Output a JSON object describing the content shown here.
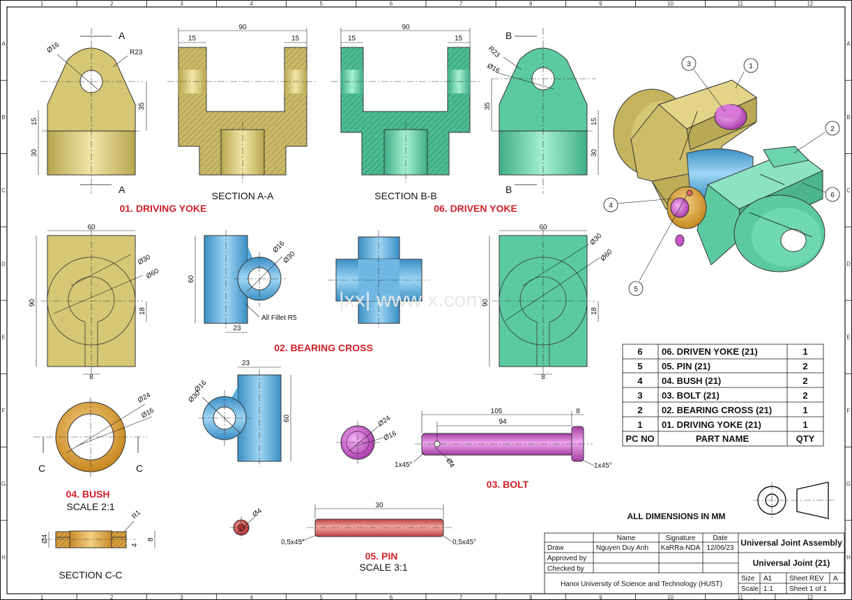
{
  "colors": {
    "yoke_gold": "#d6c775",
    "yoke_green": "#5ccaa0",
    "cross_blue": "#5aaede",
    "bush_orange": "#e3a83e",
    "bolt_magenta": "#cc55cc",
    "pin_red": "#dd6666",
    "title_red": "#d0202a"
  },
  "grid": {
    "columns": [
      "1",
      "2",
      "3",
      "4",
      "5",
      "6",
      "7",
      "8",
      "9",
      "10",
      "11",
      "12"
    ],
    "rows": [
      "A",
      "B",
      "C",
      "D",
      "E",
      "F",
      "G",
      "H"
    ]
  },
  "views": {
    "driving_yoke_title": "01. DRIVING YOKE",
    "driven_yoke_title": "06. DRIVEN YOKE",
    "bearing_cross_title": "02. BEARING CROSS",
    "bolt_title": "03. BOLT",
    "bush_title": "04. BUSH",
    "bush_scale": "SCALE 2:1",
    "pin_title": "05. PIN",
    "pin_scale": "SCALE 3:1",
    "section_aa": "SECTION A-A",
    "section_bb": "SECTION B-B",
    "section_cc": "SECTION C-C",
    "cut_a": "A",
    "cut_b": "B",
    "cut_c": "C",
    "all_dims": "ALL DIMENSIONS IN MM",
    "fillet_note": "All Fillet R5",
    "watermark": "|xx| www         x.com"
  },
  "dimensions": {
    "d16": "Ø16",
    "r23": "R23",
    "d35": "35",
    "d15": "15",
    "d30": "30",
    "d90": "90",
    "d60": "60",
    "d18": "18",
    "d8": "8",
    "dia30": "Ø30",
    "dia60": "Ø60",
    "d23": "23",
    "dia24": "Ø24",
    "d105": "105",
    "d94": "94",
    "dia4": "Ø4",
    "chamfer_1x45": "1x45°",
    "chamfer_05x45": "0,5x45°",
    "r1": "R1",
    "d4": "4"
  },
  "balloons": [
    "1",
    "2",
    "3",
    "4",
    "5",
    "6"
  ],
  "bom": {
    "rows": [
      {
        "no": "6",
        "name": "06. DRIVEN YOKE (21)",
        "qty": "1"
      },
      {
        "no": "5",
        "name": "05. PIN (21)",
        "qty": "2"
      },
      {
        "no": "4",
        "name": "04. BUSH (21)",
        "qty": "2"
      },
      {
        "no": "3",
        "name": "03. BOLT (21)",
        "qty": "2"
      },
      {
        "no": "2",
        "name": "02. BEARING CROSS (21)",
        "qty": "1"
      },
      {
        "no": "1",
        "name": "01. DRIVING YOKE (21)",
        "qty": "1"
      }
    ],
    "header": {
      "no": "PC NO",
      "name": "PART NAME",
      "qty": "QTY"
    }
  },
  "title_block": {
    "col_name": "Name",
    "col_signature": "Signature",
    "col_date": "Date",
    "row_draw": "Draw",
    "row_approved": "Approved by",
    "row_checked": "Checked by",
    "draw_name": "Nguyen Duy Anh",
    "draw_signature": "KaRRa-NDA",
    "draw_date": "12/06/23",
    "assembly": "Universal Joint Assembly",
    "drawing_title": "Universal Joint (21)",
    "institution": "Hanoi University of Science and Technology (HUST)",
    "size_label": "Size",
    "size_value": "A1",
    "sheet_rev_label": "Sheet REV",
    "sheet_rev_value": "A",
    "scale_label": "Scale",
    "scale_value": "1:1",
    "sheet": "Sheet 1 of 1"
  }
}
